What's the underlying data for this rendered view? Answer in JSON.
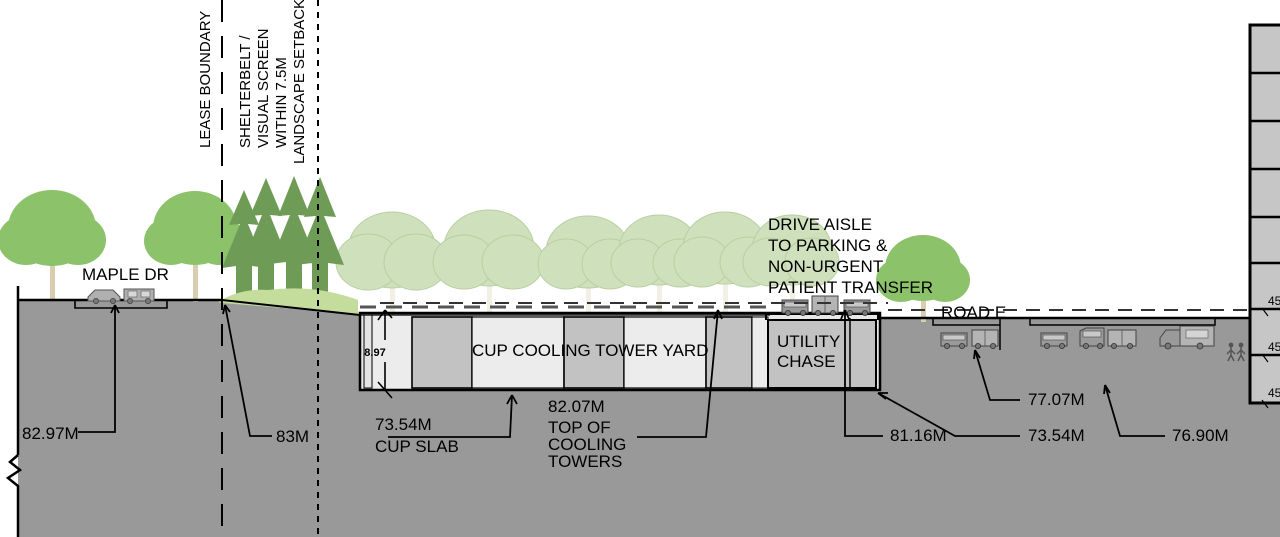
{
  "drawing": {
    "type": "architectural-site-section",
    "vertical_labels": [
      {
        "id": "lease-boundary",
        "text": "LEASE BOUNDARY"
      },
      {
        "id": "shelterbelt",
        "text": "SHELTERBELT /"
      },
      {
        "id": "visual-screen",
        "text": "VISUAL SCREEN"
      },
      {
        "id": "within-75m",
        "text": "WITHIN 7.5M"
      },
      {
        "id": "landscape-setback",
        "text": "LANDSCAPE SETBACK"
      }
    ],
    "street_labels": [
      {
        "id": "maple-dr",
        "text": "MAPLE DR"
      },
      {
        "id": "road-e",
        "text": "ROAD E"
      }
    ],
    "building_labels": [
      {
        "id": "cup-yard",
        "text": "CUP COOLING TOWER YARD"
      },
      {
        "id": "utility-chase-1",
        "text": "UTILITY"
      },
      {
        "id": "utility-chase-2",
        "text": "CHASE"
      }
    ],
    "drive_aisle_note": [
      "DRIVE AISLE",
      "TO PARKING &",
      "NON-URGENT",
      "PATIENT TRANSFER"
    ],
    "dimension": {
      "id": "cup-height",
      "value": "8.97"
    },
    "elevations": [
      {
        "id": "elev-82-97",
        "text": "82.97M"
      },
      {
        "id": "elev-83",
        "text": "83M"
      },
      {
        "id": "elev-73-54-slab-line1",
        "text": "73.54M"
      },
      {
        "id": "elev-73-54-slab-line2",
        "text": "CUP SLAB"
      },
      {
        "id": "elev-82-07-line1",
        "text": "82.07M"
      },
      {
        "id": "elev-82-07-line2",
        "text": "TOP OF"
      },
      {
        "id": "elev-82-07-line3",
        "text": "COOLING"
      },
      {
        "id": "elev-82-07-line4",
        "text": "TOWERS"
      },
      {
        "id": "elev-81-16",
        "text": "81.16M"
      },
      {
        "id": "elev-77-07",
        "text": "77.07M"
      },
      {
        "id": "elev-73-54-right",
        "text": "73.54M"
      },
      {
        "id": "elev-76-90",
        "text": "76.90M"
      }
    ],
    "right_building_floor_labels": [
      {
        "id": "floor-label-1",
        "text": "45"
      },
      {
        "id": "floor-label-2",
        "text": "45"
      },
      {
        "id": "floor-label-3",
        "text": "45"
      }
    ],
    "colors": {
      "ground": "#999999",
      "bay_light": "#e8e8e8",
      "bay_dark": "#c2c2c2",
      "tree_green": "#8cc26a",
      "conifer_green": "#6e9b56",
      "faded_tree": "#cfe0bd",
      "shrub_green": "#c4dd9c",
      "building_grey": "#c6c6c6",
      "line": "#000000"
    }
  }
}
